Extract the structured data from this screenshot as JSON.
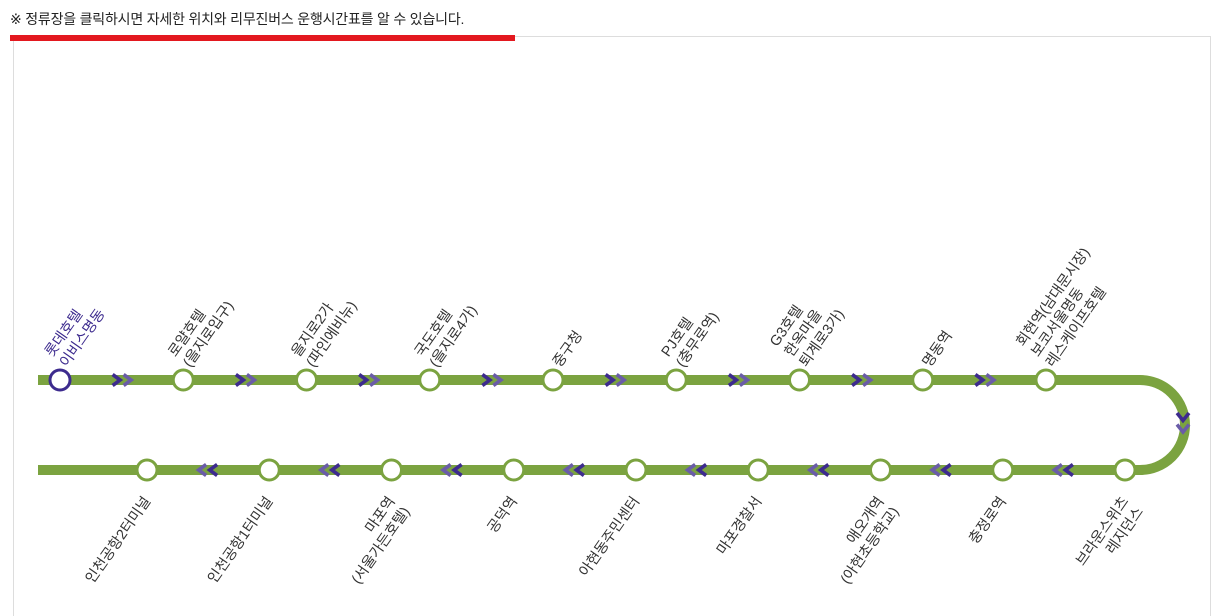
{
  "notice": {
    "text": "※ 정류장을 클릭하시면 자세한 위치와 리무진버스 운행시간표를 알 수 있습니다."
  },
  "colors": {
    "route_line": "#7ba340",
    "station_stroke": "#7ba340",
    "station_fill": "#ffffff",
    "current_station": "#3d2b8e",
    "arrow_dark": "#3d2b8e",
    "arrow_light": "#6a5ca8",
    "accent_bar": "#e3181f",
    "frame_border": "#dddddd",
    "label_text": "#333333"
  },
  "icons": {
    "direction_arrow_forward": "double-chevron-right",
    "direction_arrow_turn": "double-chevron-down",
    "direction_arrow_return": "double-chevron-left",
    "station_marker": "circle"
  },
  "route": {
    "outbound": [
      {
        "lines": [
          "롯데호텔",
          "이비스명동"
        ],
        "current": true
      },
      {
        "lines": [
          "로얄호텔",
          "(을지로입구)"
        ]
      },
      {
        "lines": [
          "을지로2가",
          "(파인에비뉴)"
        ]
      },
      {
        "lines": [
          "국도호텔",
          "(을지로4가)"
        ]
      },
      {
        "lines": [
          "중구청"
        ]
      },
      {
        "lines": [
          "PJ호텔",
          "(충무로역)"
        ]
      },
      {
        "lines": [
          "G3호텔",
          "한옥마을",
          "퇴계로3가)"
        ]
      },
      {
        "lines": [
          "명동역"
        ]
      },
      {
        "lines": [
          "회현역(남대문시장)",
          "보코서울명동",
          "레스케이프호텔"
        ]
      }
    ],
    "inbound": [
      {
        "lines": [
          "브라운스위츠",
          "레지던스"
        ]
      },
      {
        "lines": [
          "충정로역"
        ]
      },
      {
        "lines": [
          "애오개역",
          "(아현초등학교)"
        ]
      },
      {
        "lines": [
          "마포경찰서"
        ]
      },
      {
        "lines": [
          "아현동주민센터"
        ]
      },
      {
        "lines": [
          "공덕역"
        ]
      },
      {
        "lines": [
          "마포역",
          "(서울가든호텔)"
        ]
      },
      {
        "lines": [
          "인천공항1터미널"
        ]
      },
      {
        "lines": [
          "인천공항2터미널"
        ]
      }
    ]
  }
}
